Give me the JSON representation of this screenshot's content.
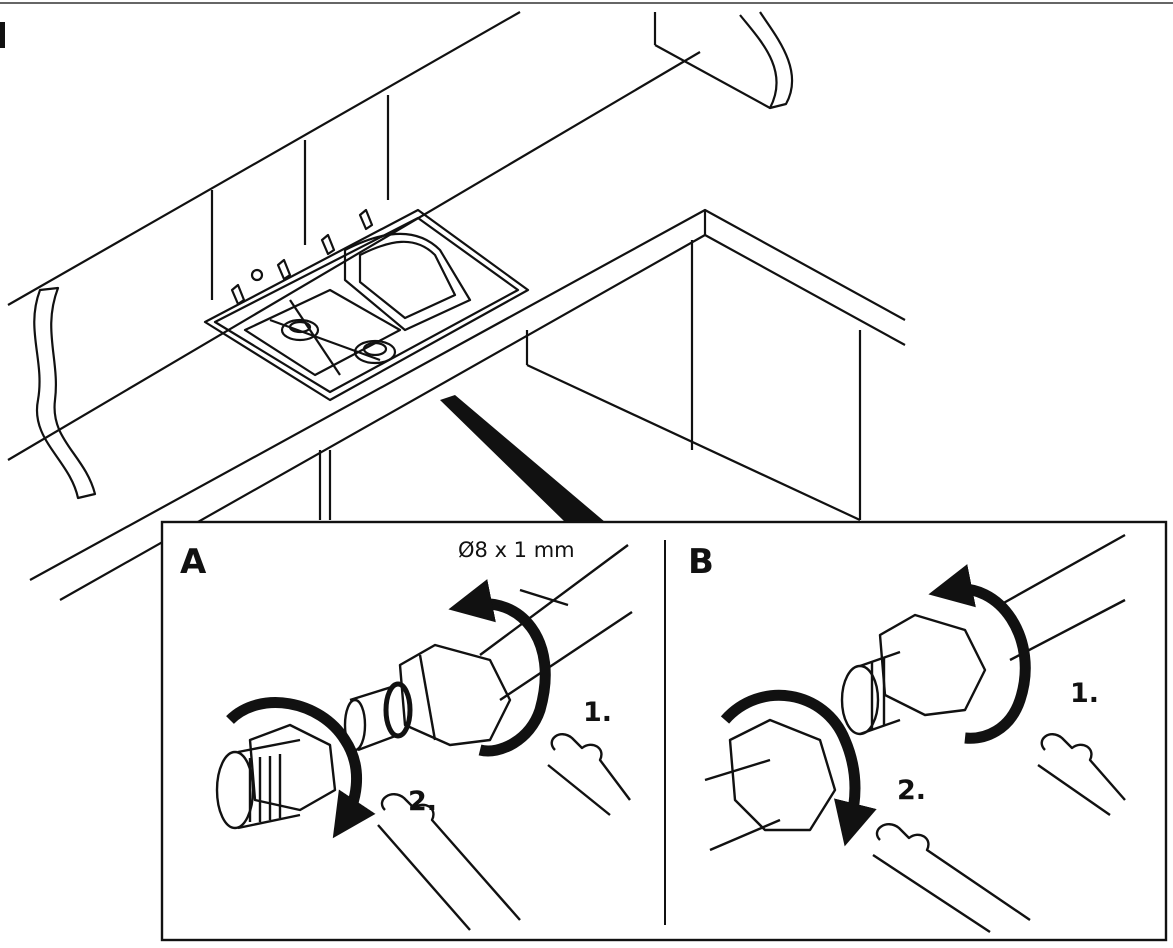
{
  "diagram": {
    "panel_a": {
      "letter": "A",
      "dimension": "Ø8 x 1 mm",
      "step1": "1.",
      "step2": "2."
    },
    "panel_b": {
      "letter": "B",
      "step1": "1.",
      "step2": "2."
    }
  },
  "colors": {
    "line": "#111111",
    "background": "#ffffff"
  }
}
